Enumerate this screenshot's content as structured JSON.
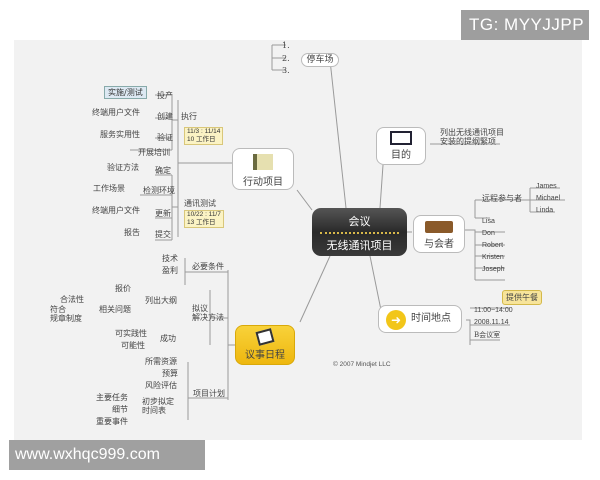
{
  "watermarks": {
    "top": "TG: MYYJJPP",
    "bottom": "www.wxhqc999.com"
  },
  "central": {
    "line1": "会议",
    "line2": "无线通讯项目"
  },
  "copyright": "© 2007 Mindjet LLC",
  "parking": {
    "label": "停车场",
    "items": [
      "1.",
      "2.",
      "3."
    ]
  },
  "purpose": {
    "label": "目的",
    "detail_line1": "列出无线通讯项目",
    "detail_line2": "安装的提纲緊项"
  },
  "attendees": {
    "label": "与会者",
    "remote_label": "远程参与者",
    "remote": [
      "James",
      "Michael",
      "Linda"
    ],
    "local": [
      "Lisa",
      "Don",
      "Robert",
      "Kristen",
      "Joseph"
    ]
  },
  "time_place": {
    "label": "时间地点",
    "callout": "提供午餐",
    "items": [
      "11:00~14:00",
      "2008.11.14",
      "B会议室"
    ]
  },
  "action_items": {
    "label": "行动项目",
    "execute": {
      "label": "执行",
      "note_line1": "11/3 : 11/14",
      "note_line2": "10 工作日",
      "children": [
        {
          "label": "投产",
          "sub": [
            "实施/测试"
          ]
        },
        {
          "label": "创建",
          "sub": [
            "终端用户文件"
          ]
        },
        {
          "label": "验证",
          "sub": [
            "服务实用性"
          ]
        },
        {
          "label": "开展培训",
          "sub": []
        }
      ]
    },
    "test": {
      "label": "通讯测试",
      "note_line1": "10/22 : 11/7",
      "note_line2": "13 工作日",
      "children": [
        {
          "label": "确定",
          "sub": [
            "验证方法"
          ]
        },
        {
          "label": "检测环境",
          "sub": [
            "工作场景"
          ]
        },
        {
          "label": "更新",
          "sub": [
            "终端用户文件"
          ]
        },
        {
          "label": "提交",
          "sub": [
            "报告"
          ]
        }
      ]
    }
  },
  "agenda": {
    "label": "议事日程",
    "requirements": {
      "label": "必要条件",
      "sub": [
        "技术",
        "盈利"
      ]
    },
    "solution": {
      "label_line1": "拟议",
      "label_line2": "解决方法",
      "outline": {
        "label": "列出大纲",
        "sub": [
          "报价",
          "相关问题"
        ],
        "issues": [
          "合法性",
          "符合",
          "规章制度"
        ]
      },
      "success": {
        "label": "成功",
        "sub": [
          "可实践性",
          "可能性"
        ]
      }
    },
    "plan": {
      "label": "项目计划",
      "sub": [
        "所需资源",
        "预算",
        "风险评估"
      ],
      "timeline": {
        "label_line1": "初步拟定",
        "label_line2": "时间表",
        "sub": [
          "主要任务",
          "细节",
          "重要事件"
        ]
      }
    }
  },
  "colors": {
    "canvas": "#f2f2f2",
    "central_bg": "#333333",
    "agenda_bg": "#f4c21f",
    "note_bg": "#fbf3c4",
    "line": "#999999"
  }
}
